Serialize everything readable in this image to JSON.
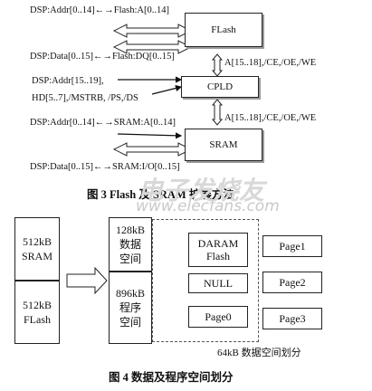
{
  "fig3": {
    "labels": {
      "addr_flash": "DSP:Addr[0..14]←→Flash:A[0..14]",
      "data_flash": "DSP:Data[0..15]←→Flash:DQ[0..15]",
      "addr_cpld": "DSP:Addr[15..19],",
      "hd_cpld": "HD[5..7],/MSTRB, /PS,/DS",
      "addr_sram": "DSP:Addr[0..14]←→SRAM:A[0..14]",
      "data_sram": "DSP:Data[0..15]←→SRAM:I/O[0..15]",
      "bus_upper": "A[15..18],/CE,/OE,/WE",
      "bus_lower": "A[15..18],/CE,/OE,/WE"
    },
    "boxes": {
      "flash": "FLash",
      "cpld": "CPLD",
      "sram": "SRAM"
    },
    "caption": "图 3  Flash 及 SRAM 扩展方法"
  },
  "watermark": {
    "cn": "电子发烧友",
    "url": "www.elecfans.com"
  },
  "fig4": {
    "sram": [
      "512kB",
      "SRAM"
    ],
    "flash": [
      "512kB",
      "FLash"
    ],
    "data_space": [
      "128kB",
      "数据",
      "空间"
    ],
    "prog_space": [
      "896kB",
      "程序",
      "空间"
    ],
    "daram": [
      "DARAM",
      "Flash"
    ],
    "null": "NULL",
    "page0": "Page0",
    "page1": "Page1",
    "page2": "Page2",
    "page3": "Page3",
    "dash_label": "64kB  数据空间划分",
    "caption": "图 4   数据及程序空间划分"
  }
}
